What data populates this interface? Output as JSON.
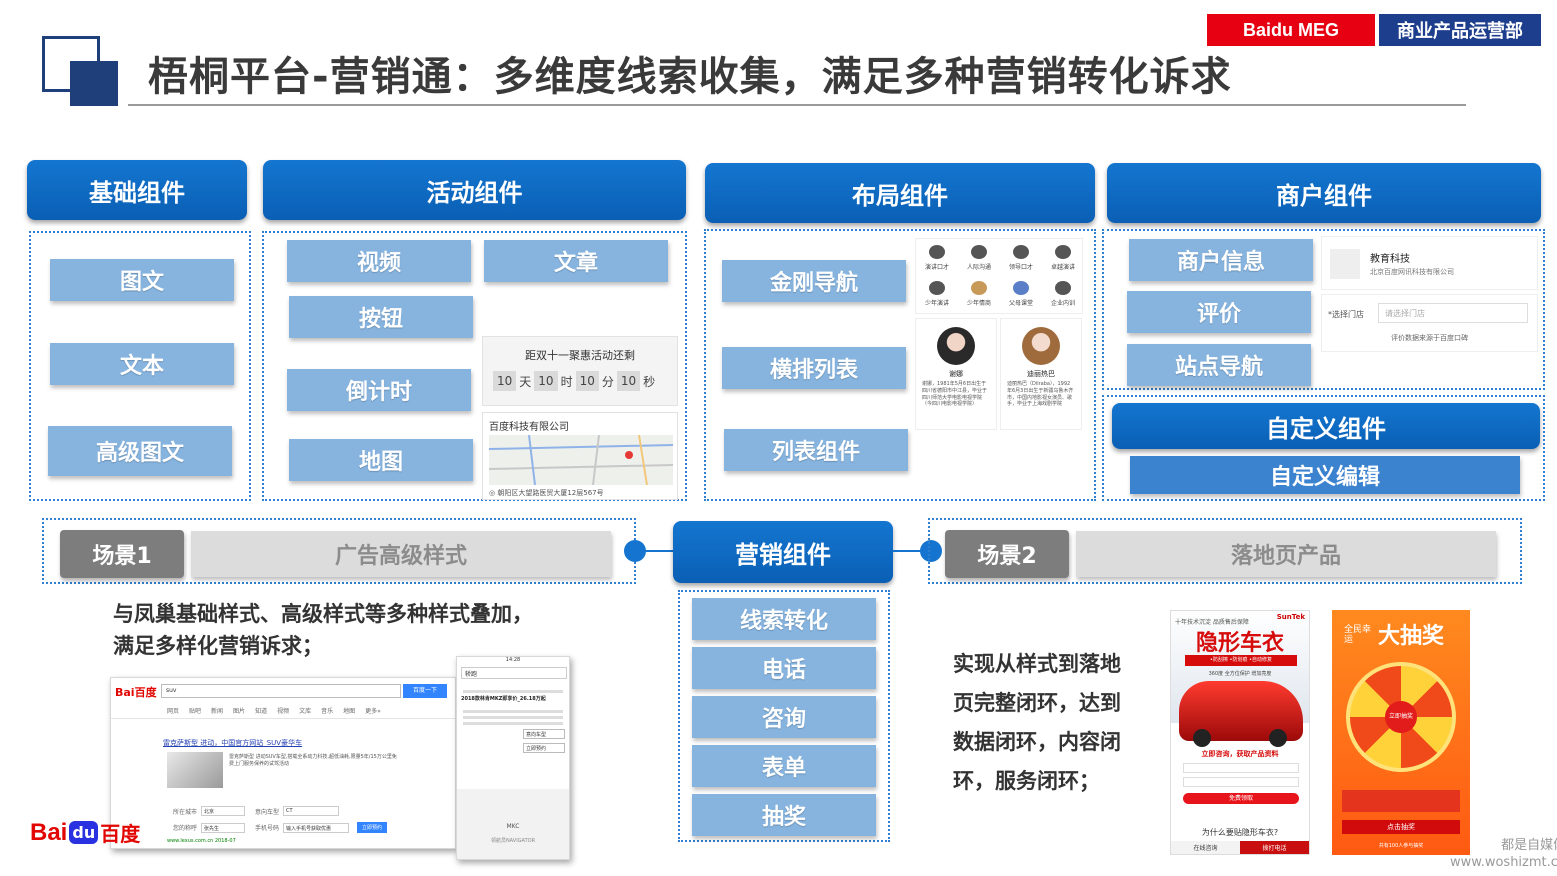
{
  "header": {
    "title": "梧桐平台-营销通：多维度线索收集，满足多种营销转化诉求",
    "brand_left": "Baidu MEG",
    "brand_right": "商业产品运营部"
  },
  "categories": {
    "basic": "基础组件",
    "activity": "活动组件",
    "layout": "布局组件",
    "merchant": "商户组件",
    "custom": "自定义组件",
    "marketing": "营销组件"
  },
  "basic_items": [
    "图文",
    "文本",
    "高级图文"
  ],
  "activity_items": {
    "video": "视频",
    "article": "文章",
    "button": "按钮",
    "countdown": "倒计时",
    "map": "地图"
  },
  "countdown": {
    "title": "距双十一聚惠活动还剩",
    "days": "10",
    "days_unit": "天",
    "hours": "10",
    "hours_unit": "时",
    "minutes": "10",
    "minutes_unit": "分",
    "seconds": "10",
    "seconds_unit": "秒"
  },
  "map_card": {
    "company": "百度科技有限公司",
    "address": "◎ 朝阳区大望路医贸大厦12层567号"
  },
  "layout_items": [
    "金刚导航",
    "横排列表",
    "列表组件"
  ],
  "icon_grid": [
    "演讲口才",
    "人际沟通",
    "领导口才",
    "卓越演讲",
    "少年演讲",
    "少年情商",
    "父母课堂",
    "企业内训"
  ],
  "person_cards": [
    {
      "name": "谢娜",
      "desc": "谢娜，1981年5月6日出生于四川省德阳市中江县，毕业于四川师范大学电影电视学院（今四川电影电视学院）"
    },
    {
      "name": "迪丽热巴",
      "desc": "迪丽热巴（Dilraba），1992年6月3日出生于新疆乌鲁木齐市，中国内地影视女演员、歌手，毕业于上海戏剧学院"
    }
  ],
  "merchant_items": [
    "商户信息",
    "评价",
    "站点导航"
  ],
  "merchant_info": {
    "name": "教育科技",
    "company": "北京百度网讯科技有限公司"
  },
  "rating": {
    "label": "*选择门店",
    "placeholder": "请选择门店",
    "footer": "评价数据来源于百度口碑"
  },
  "custom_edit": "自定义编辑",
  "scene1": {
    "tag": "场景1",
    "label": "广告高级样式"
  },
  "scene2": {
    "tag": "场景2",
    "label": "落地页产品"
  },
  "marketing_items": [
    "线索转化",
    "电话",
    "咨询",
    "表单",
    "抽奖"
  ],
  "desc_left": [
    "与凤巢基础样式、高级样式等多种样式叠加，",
    "满足多样化营销诉求；"
  ],
  "desc_right": [
    "实现从样式到落地",
    "页完整闭环，达到",
    "数据闭环，内容闭",
    "环，服务闭环；"
  ],
  "search_shot": {
    "logo": "Bai百度",
    "query": "suv",
    "button": "百度一下",
    "tabs": [
      "网页",
      "贴吧",
      "新闻",
      "图片",
      "知道",
      "视频",
      "文库",
      "音乐",
      "地图",
      "更多»"
    ],
    "result_title": "雷克萨斯型 进动，中国官方网站_SUV豪华车",
    "result_desc": "雷克萨斯型 进动SUV车型,搭载全系动力科技,超低油耗,限量5年/15万公里免费上门服务保养的试驾活动",
    "form_city_label": "所在城市",
    "form_city": "北京",
    "form_model_label": "意向车型",
    "form_model": "CT",
    "form_name_label": "您的称呼",
    "form_name": "张先生",
    "form_phone_label": "手机号码",
    "form_phone": "输入手机号获取优惠",
    "form_submit": "立即预约",
    "url": "www.lexus.com.cn 2018-07"
  },
  "mobile_shot": {
    "time": "14:28",
    "query": "轿跑",
    "headline": "2018款林肯MKZ即享价_26.18万起",
    "model_label": "意向车型",
    "submit": "立即预约",
    "brand": "MKC",
    "footer": "领航员NAVIGATOR"
  },
  "poster1": {
    "top": "十年技术沉淀 品质售后保障",
    "brand": "SunTek",
    "title": "隐形车衣",
    "tags": "•防刮擦 •防划痕 •自动修复",
    "sub": "360度 全方位保护 增加亮度",
    "cta": "立即咨询，获取产品资料",
    "submit": "免费领取",
    "question": "为什么要贴隐形车衣?",
    "online": "在线咨询",
    "call": "拨打电话"
  },
  "poster2": {
    "pre": "全民幸运",
    "title": "大抽奖",
    "center": "立即抽奖",
    "btn": "点击抽奖",
    "foot": "共有100人参与抽奖"
  },
  "footer": {
    "baidu_logo": "Bai",
    "baidu_du": "du",
    "baidu_cn": "百度",
    "watermark1": "都是自媒体",
    "watermark2": "www.woshizmt.cn"
  },
  "colors": {
    "primary_blue": "#0a6ac6",
    "light_blue": "#86b4df",
    "brand_red": "#e60012",
    "brand_navy": "#1d3e8c"
  }
}
